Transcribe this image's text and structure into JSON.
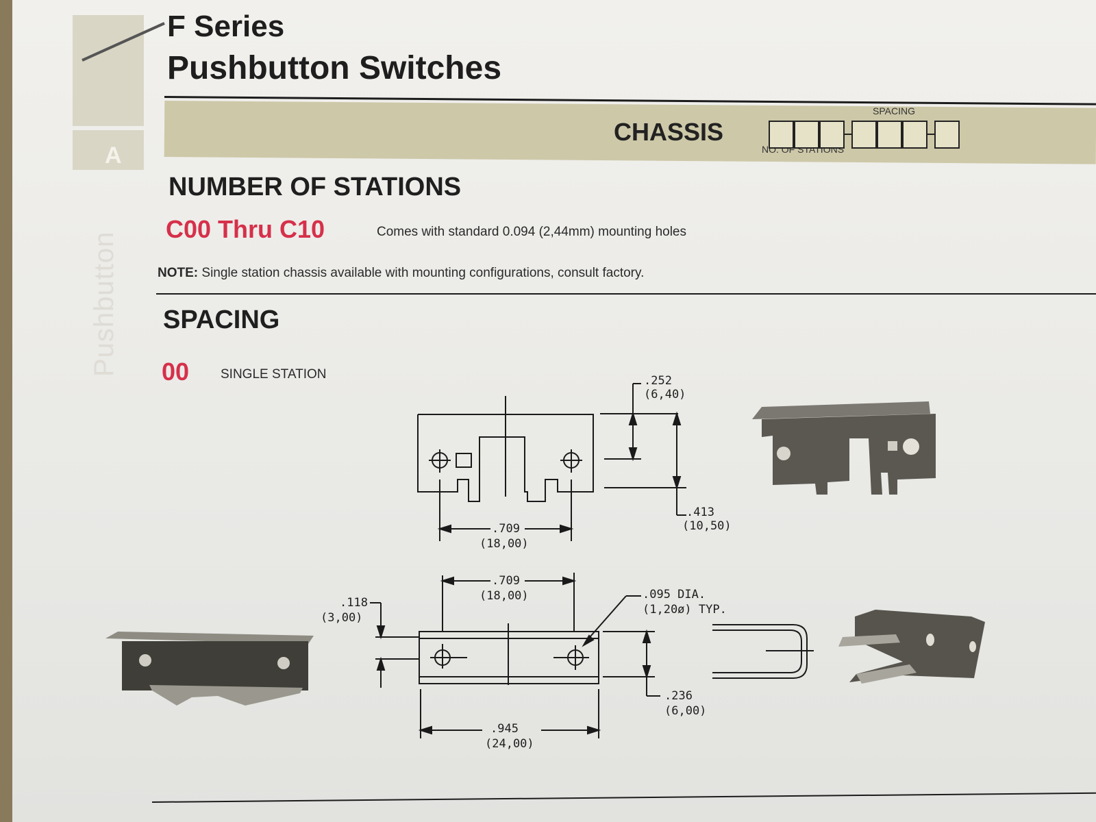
{
  "header": {
    "tab_letter": "A",
    "side_word": "Pushbutton",
    "title_line1": "F Series",
    "title_line2": "Pushbutton Switches"
  },
  "band": {
    "label": "CHASSIS",
    "spacing_label": "SPACING",
    "stations_label": "NO. OF STATIONS"
  },
  "stations": {
    "heading": "NUMBER OF STATIONS",
    "code": "C00 Thru C10",
    "description": "Comes with standard 0.094 (2,44mm) mounting holes",
    "note_label": "NOTE:",
    "note_text": "Single station chassis available with mounting configurations, consult factory."
  },
  "spacing": {
    "heading": "SPACING",
    "code": "00",
    "description": "SINGLE STATION"
  },
  "dimensions": {
    "top_height_in": ".252",
    "top_height_mm": "(6,40)",
    "total_height_in": ".413",
    "total_height_mm": "(10,50)",
    "hole_span_top_in": ".709",
    "hole_span_top_mm": "(18,00)",
    "hole_span_bottom_in": ".709",
    "hole_span_bottom_mm": "(18,00)",
    "flange_in": ".118",
    "flange_mm": "(3,00)",
    "hole_dia": ".095 DIA.",
    "hole_dia_mm": "(1,20ø) TYP.",
    "width_in": ".236",
    "width_mm": "(6,00)",
    "length_in": ".945",
    "length_mm": "(24,00)"
  },
  "colors": {
    "accent_red": "#d6304a",
    "band": "#cdc8a8",
    "metal": "#5a5850"
  }
}
